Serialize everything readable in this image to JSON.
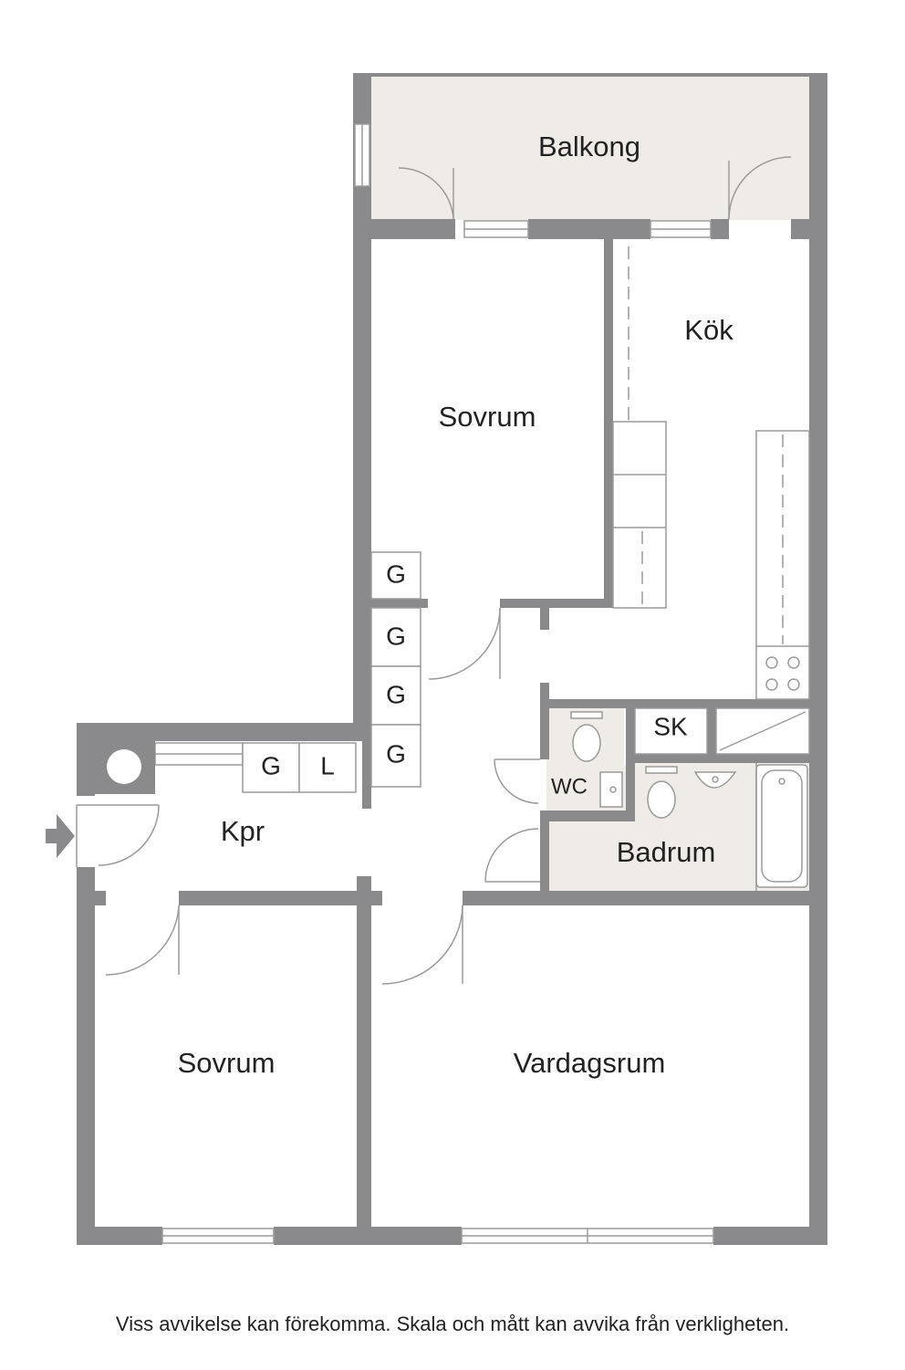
{
  "rooms": {
    "balcony": "Balkong",
    "kitchen": "Kök",
    "bedroom_upper": "Sovrum",
    "hall": "Kpr",
    "wc": "WC",
    "bathroom": "Badrum",
    "bedroom_lower": "Sovrum",
    "living_room": "Vardagsrum"
  },
  "storage": {
    "wardrobe_1": "G",
    "wardrobe_2": "G",
    "wardrobe_3": "G",
    "wardrobe_4": "G",
    "wardrobe_hall": "G",
    "linen": "L",
    "cleaning_closet": "SK"
  },
  "footer": {
    "disclaimer": "Viss avvikelse kan förekomma. Skala och mått kan avvika från verkligheten."
  },
  "colors": {
    "wall": "#8a8a8c",
    "balcony_floor": "#efece8",
    "wet_room_floor": "#efece8",
    "fixture_line": "#9a9a9a"
  }
}
